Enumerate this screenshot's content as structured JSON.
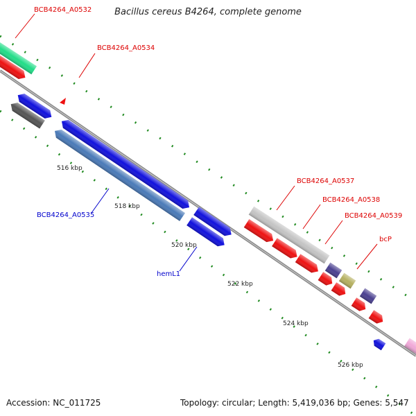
{
  "title": "Bacillus cereus B4264, complete genome",
  "footer": {
    "accession": "Accession: NC_011725",
    "summary": "Topology: circular; Length: 5,419,036 bp; Genes: 5,547"
  },
  "colors": {
    "forward_label": "#dd0000",
    "reverse_label": "#0000cc",
    "backbone": "#8a8a8a",
    "tick": "#1f8a1f"
  },
  "scale_ticks": [
    "516 kbp",
    "518 kbp",
    "520 kbp",
    "522 kbp",
    "524 kbp",
    "526 kbp"
  ],
  "gene_labels": [
    {
      "id": "a0532",
      "text": "BCB4264_A0532",
      "strand": "forward"
    },
    {
      "id": "a0534",
      "text": "BCB4264_A0534",
      "strand": "forward"
    },
    {
      "id": "a0535",
      "text": "BCB4264_A0535",
      "strand": "reverse"
    },
    {
      "id": "heml1",
      "text": "hemL1",
      "strand": "reverse"
    },
    {
      "id": "a0537",
      "text": "BCB4264_A0537",
      "strand": "forward"
    },
    {
      "id": "a0538",
      "text": "BCB4264_A0538",
      "strand": "forward"
    },
    {
      "id": "a0539",
      "text": "BCB4264_A0539",
      "strand": "forward"
    },
    {
      "id": "bcp",
      "text": "bcP",
      "strand": "forward"
    }
  ]
}
